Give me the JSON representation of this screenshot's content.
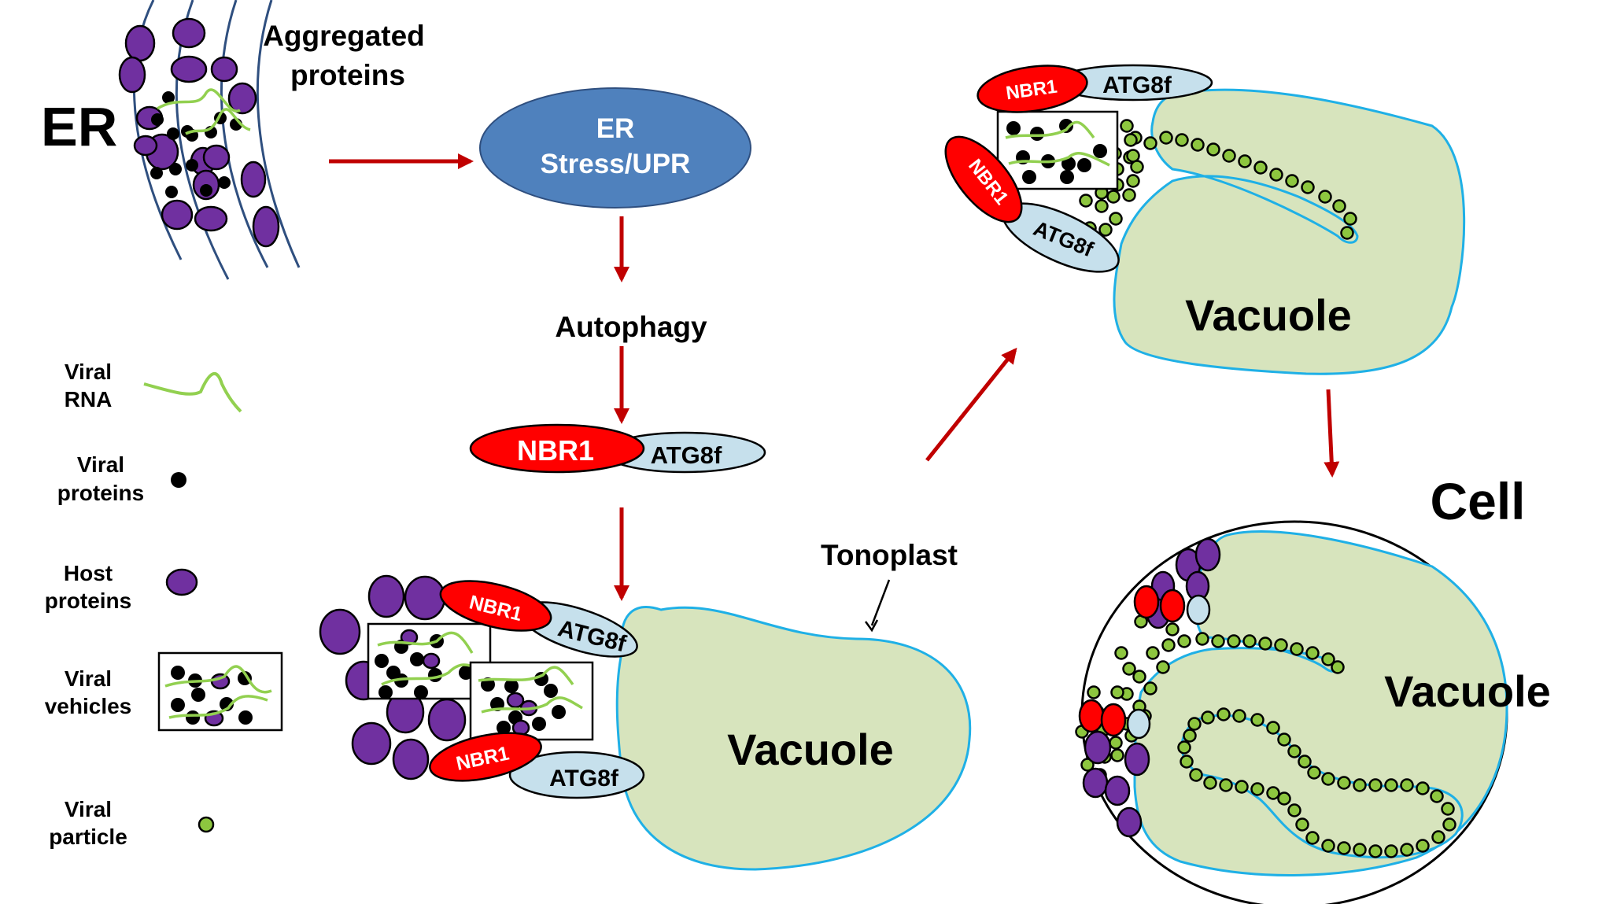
{
  "labels": {
    "er": "ER",
    "aggregated_line1": "Aggregated",
    "aggregated_line2": "proteins",
    "er_stress_line1": "ER",
    "er_stress_line2": "Stress/UPR",
    "autophagy": "Autophagy",
    "nbr1": "NBR1",
    "atg8f": "ATG8f",
    "tonoplast": "Tonoplast",
    "vacuole": "Vacuole",
    "cell": "Cell"
  },
  "legend": {
    "viral_rna": [
      "Viral",
      "RNA"
    ],
    "viral_proteins": [
      "Viral",
      "proteins"
    ],
    "host_proteins": [
      "Host",
      "proteins"
    ],
    "viral_vehicles": [
      "Viral",
      "vehicles"
    ],
    "viral_particle": [
      "Viral",
      "particle"
    ]
  },
  "colors": {
    "arrow": "#c00000",
    "er_stress_fill": "#4f81bd",
    "nbr1_fill": "#ff0000",
    "atg8f_fill": "#c6e0ec",
    "vacuole_fill": "#d7e4bd",
    "membrane": "#1fb0e6",
    "host_protein": "#7030a0",
    "viral_particle": "#8dc63f",
    "viral_rna": "#92d050",
    "er_membrane": "#2f4f7f"
  }
}
